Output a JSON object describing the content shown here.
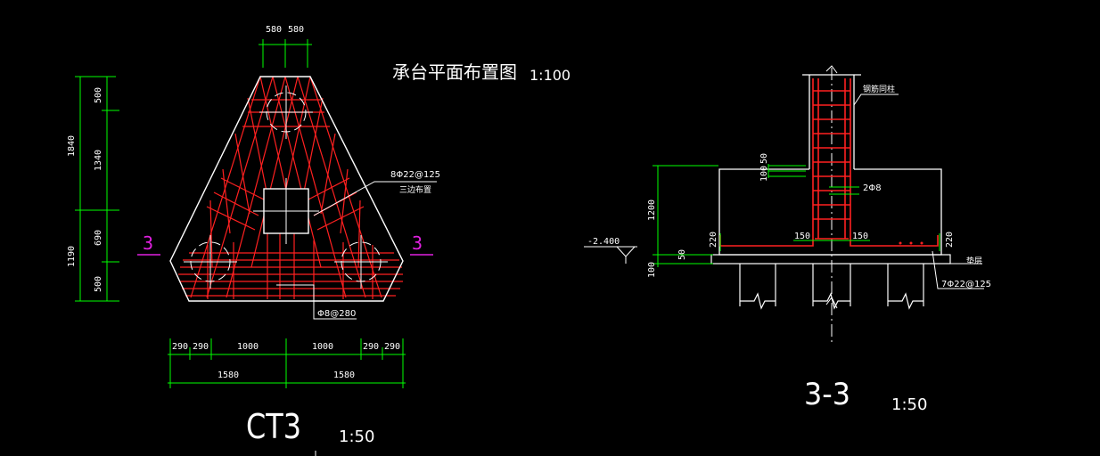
{
  "colors": {
    "background": "#000000",
    "outline": "#ffffff",
    "rebar": "#ff2020",
    "dimension": "#00ff00",
    "section_mark": "#e020e0"
  },
  "plan": {
    "title": "承台平面布置图",
    "title_scale": "1:100",
    "top_dims": [
      "580",
      "580"
    ],
    "left_dims_outer": [
      "1840",
      "1190"
    ],
    "left_dims_inner": [
      "500",
      "1340",
      "690",
      "500"
    ],
    "bottom_dims_upper": [
      "290",
      "290",
      "1000",
      "1000",
      "290",
      "290"
    ],
    "bottom_dims_lower": [
      "1580",
      "1580"
    ],
    "section_left": "3",
    "section_right": "3",
    "rebar_note_1": "8Φ22@125",
    "rebar_note_2": "三边布置",
    "rebar_note_3": "Φ8@280",
    "label": "CT3",
    "scale": "1:50"
  },
  "section": {
    "elevation": "-2.400",
    "dims_left": [
      "1200",
      "100",
      "50",
      "50",
      "100"
    ],
    "dim_side_left": "220",
    "dim_side_right": "220",
    "col_left_dim": "150",
    "col_right_dim": "150",
    "note_column": "钢筋同柱",
    "note_stirrup": "2Φ8",
    "note_cushion": "垫层",
    "note_bottom_bars": "7Φ22@125",
    "label": "3-3",
    "scale": "1:50"
  }
}
